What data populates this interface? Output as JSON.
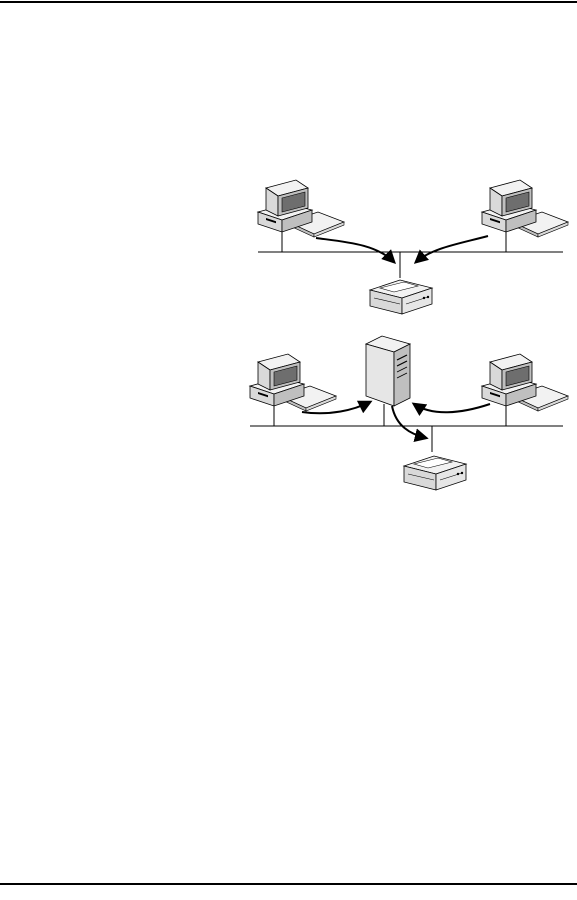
{
  "diagrams": [
    {
      "id": "direct-printing",
      "nodes": [
        "workstation",
        "workstation",
        "printer"
      ],
      "flows": [
        {
          "from": "workstation-left",
          "to": "printer"
        },
        {
          "from": "workstation-right",
          "to": "printer"
        }
      ]
    },
    {
      "id": "server-printing",
      "nodes": [
        "workstation",
        "server",
        "workstation",
        "printer"
      ],
      "flows": [
        {
          "from": "workstation-left",
          "to": "server"
        },
        {
          "from": "workstation-right",
          "to": "server"
        },
        {
          "from": "server",
          "to": "printer"
        }
      ]
    }
  ],
  "colors": {
    "ink": "#000000",
    "light": "#f2f2f2",
    "mid": "#d9d9d9",
    "dark": "#bfbfbf",
    "screen": "#6e6e6e"
  },
  "icons": [
    "workstation-icon",
    "printer-icon",
    "server-icon",
    "arrow-icon"
  ]
}
